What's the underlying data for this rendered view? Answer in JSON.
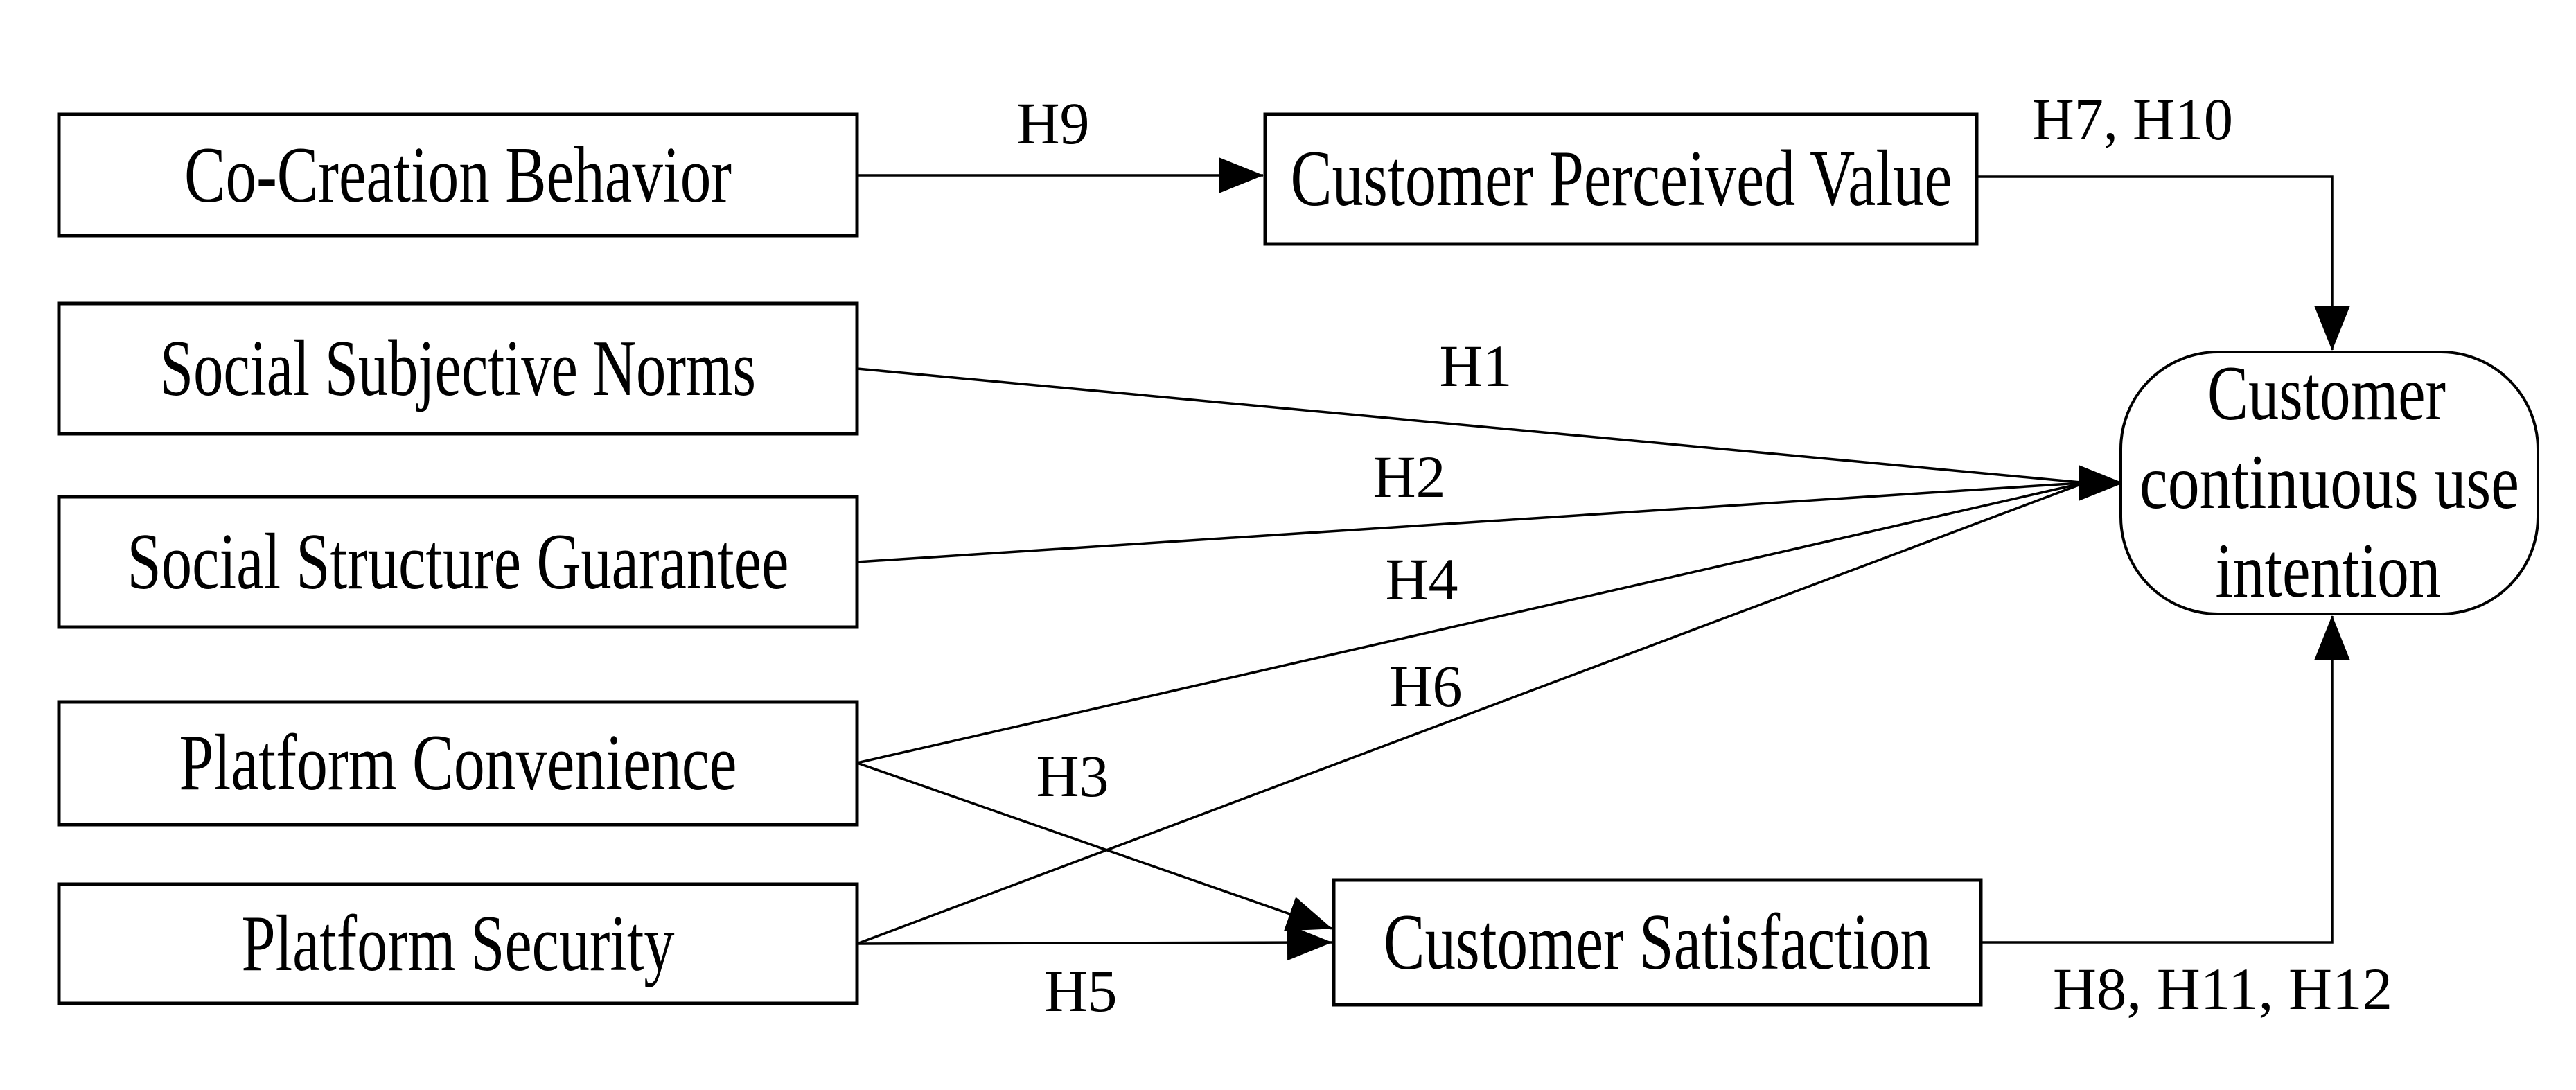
{
  "boxes": {
    "co_creation": "Co-Creation Behavior",
    "social_subjective_norms": "Social Subjective Norms",
    "social_structure_guarantee": "Social Structure Guarantee",
    "platform_convenience": "Platform Convenience",
    "platform_security": "Platform Security",
    "customer_perceived_value": "Customer Perceived Value",
    "customer_satisfaction": "Customer Satisfaction",
    "intention_line1": "Customer",
    "intention_line2": "continuous use",
    "intention_line3": "intention"
  },
  "labels": {
    "h1": "H1",
    "h2": "H2",
    "h3": "H3",
    "h4": "H4",
    "h5": "H5",
    "h6": "H6",
    "h9": "H9",
    "h7_h10": "H7, H10",
    "h8_h11_h12": "H8, H11, H12"
  },
  "edges": [
    {
      "from": "Co-Creation Behavior",
      "to": "Customer Perceived Value",
      "label": "H9"
    },
    {
      "from": "Customer Perceived Value",
      "to": "Customer continuous use intention",
      "label": "H7, H10"
    },
    {
      "from": "Social Subjective Norms",
      "to": "Customer continuous use intention",
      "label": "H1"
    },
    {
      "from": "Social Structure Guarantee",
      "to": "Customer continuous use intention",
      "label": "H2"
    },
    {
      "from": "Platform Convenience",
      "to": "Customer continuous use intention",
      "label": "H4"
    },
    {
      "from": "Platform Security",
      "to": "Customer continuous use intention",
      "label": "H6"
    },
    {
      "from": "Platform Convenience",
      "to": "Customer Satisfaction",
      "label": "H3"
    },
    {
      "from": "Platform Security",
      "to": "Customer Satisfaction",
      "label": "H5"
    },
    {
      "from": "Customer Satisfaction",
      "to": "Customer continuous use intention",
      "label": "H8, H11, H12"
    }
  ],
  "colors": {
    "stroke": "#000000",
    "background": "#ffffff",
    "box_fill": "#ffffff",
    "text": "#000000"
  }
}
